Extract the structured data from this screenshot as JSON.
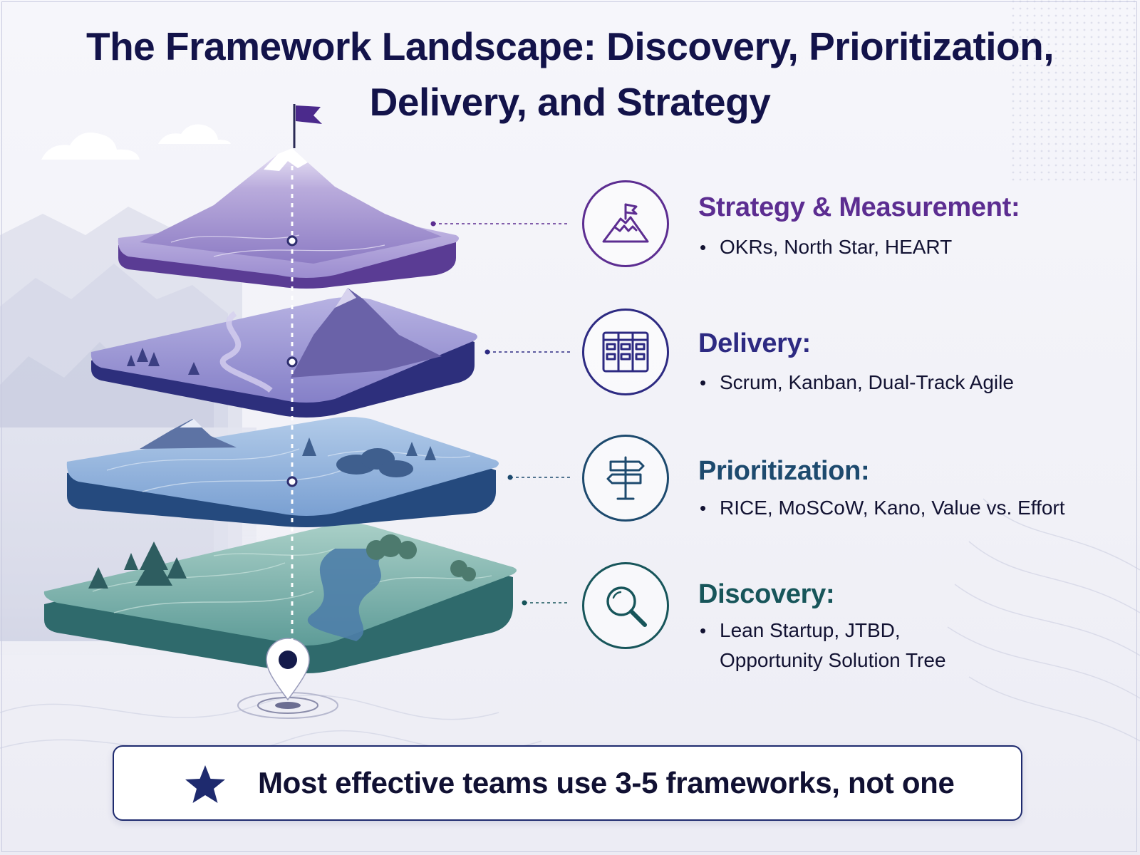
{
  "title": {
    "line1": "The Framework Landscape: Discovery, Prioritization,",
    "line2": "Delivery, and Strategy"
  },
  "layers": [
    {
      "heading": "Strategy & Measurement:",
      "items": [
        "OKRs, North Star, HEART"
      ],
      "icon": "mountain-flag-icon",
      "color": "#5c2d91"
    },
    {
      "heading": "Delivery:",
      "items": [
        "Scrum, Kanban, Dual-Track Agile"
      ],
      "icon": "kanban-board-icon",
      "color": "#2d2a82"
    },
    {
      "heading": "Prioritization:",
      "items": [
        "RICE, MoSCoW, Kano, Value vs. Effort"
      ],
      "icon": "signpost-icon",
      "color": "#1d4a6e"
    },
    {
      "heading": "Discovery:",
      "items": [
        "Lean Startup, JTBD,",
        "Opportunity Solution Tree"
      ],
      "icon": "magnifier-icon",
      "color": "#17555a"
    }
  ],
  "callout": {
    "text": "Most effective teams use 3-5 frameworks, not one",
    "icon": "star-icon",
    "star_color": "#1e2a6e"
  },
  "colors": {
    "title": "#13134a",
    "strategy_plate": "#9c8dd0",
    "delivery_plate": "#8b87cc",
    "prioritization_plate": "#7ea2d4",
    "discovery_plate": "#6aa6a2"
  }
}
